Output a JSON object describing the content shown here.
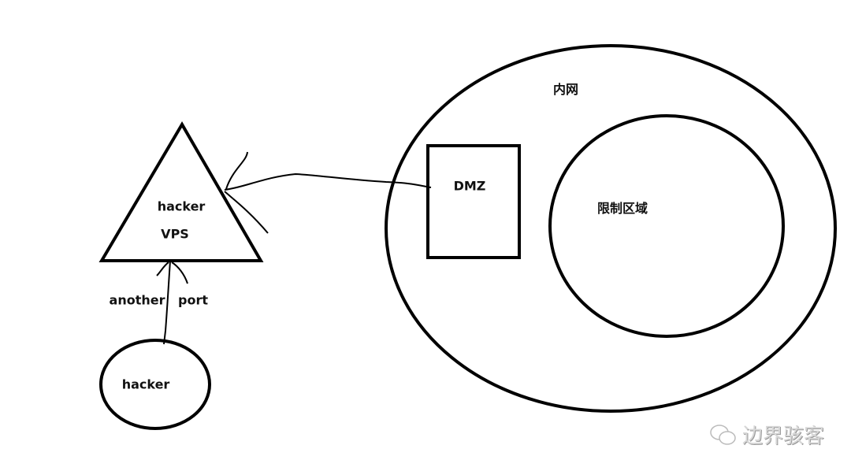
{
  "labels": {
    "intranet": "内网",
    "dmz": "DMZ",
    "restricted_zone": "限制区域",
    "vps_line1": "hacker",
    "vps_line2": "VPS",
    "port_left": "another",
    "port_right": "port",
    "hacker_node": "hacker"
  },
  "watermark": {
    "text": "边界骇客",
    "icon": "wechat-icon"
  }
}
